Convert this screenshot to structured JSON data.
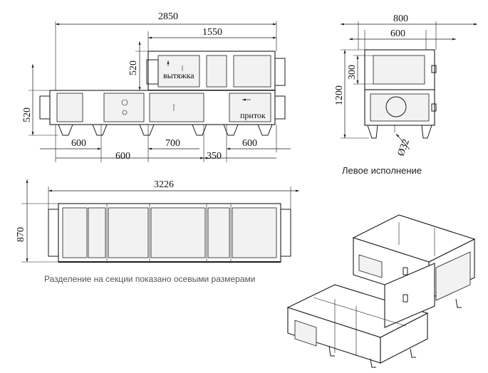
{
  "front_view": {
    "dims": {
      "total_length": "2850",
      "upper_length": "1550",
      "upper_height": "520",
      "lower_height": "520",
      "sec_1": "600",
      "sec_2": "600",
      "sec_3": "700",
      "sec_4": "350",
      "sec_5": "600"
    },
    "labels": {
      "exhaust": "вытяжка",
      "supply": "приток"
    }
  },
  "side_view": {
    "dims": {
      "width_outer": "800",
      "width_inner": "600",
      "height_total": "1200",
      "height_part": "300",
      "drain_diam": "Ø32"
    },
    "caption": "Левое исполнение"
  },
  "plan_view": {
    "dims": {
      "length": "3226",
      "depth": "870"
    },
    "note": "Разделение на секции показано осевыми размерами"
  }
}
